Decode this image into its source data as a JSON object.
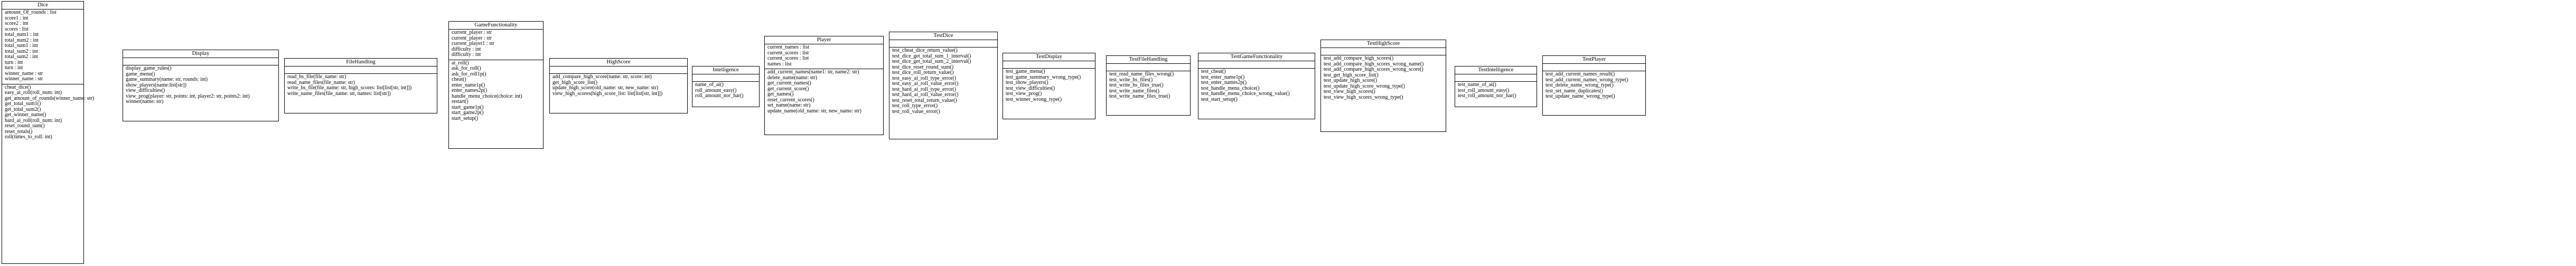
{
  "classes": {
    "dice": {
      "name": "Dice",
      "attributes": [
        "amount_Of_rounds : list",
        "score1 : int",
        "score2 : int",
        "scores : list",
        "total_num1 : int",
        "total_num2 : int",
        "total_sum1 : int",
        "total_sum2 : int",
        "total_sum2 : int",
        "turn : int",
        "turn : int",
        "winner_name : str",
        "winner_name : str"
      ],
      "methods": [
        "cheat_dice()",
        "easy_ai_roll(roll_num: int)",
        "get_amount_of_rounds(winner_name: str)",
        "get_total_sum1()",
        "get_total_sum2()",
        "get_winner_name()",
        "hard_ai_roll(roll_num: int)",
        "reset_round_sum()",
        "reset_totals()",
        "roll(times_to_roll: int)"
      ]
    },
    "display": {
      "name": "Display",
      "attributes": [],
      "methods": [
        "display_game_rules()",
        "game_menu()",
        "game_summary(name: str, rounds: int)",
        "show_players(name:list[str])",
        "view_difficulties()",
        "view_prog(player: str, points: int, player2: str, points2: int)",
        "winner(name: str)"
      ]
    },
    "filehandling": {
      "name": "FileHandling",
      "attributes": [],
      "methods": [
        "read_hs_file(file_name: str)",
        "read_name_files(file_name: str)",
        "write_hs_file(file_name: str, high_scores: list[list[str, int]])",
        "write_name_files(file_name: str, names: list[str])"
      ]
    },
    "gamefunctionality": {
      "name": "GameFunctionality",
      "attributes": [
        "current_player : str",
        "current_player : str",
        "current_player1 : str",
        "difficulty : int",
        "difficulty : int"
      ],
      "methods": [
        "ai_roll()",
        "ask_for_roll()",
        "ask_for_roll1p()",
        "cheat()",
        "enter_name1p()",
        "enter_names2p()",
        "handle_menu_choice(choice: int)",
        "restart()",
        "start_game1p()",
        "start_game2p()",
        "start_setup()"
      ]
    },
    "highscore": {
      "name": "HighScore",
      "attributes": [],
      "methods": [
        "add_compare_high_score(name: str, score: int)",
        "get_high_score_list()",
        "update_high_score(old_name: str, new_name: str)",
        "view_high_scores(high_score_list: list[list[str, int]])"
      ]
    },
    "intelligence": {
      "name": "Intelligence",
      "attributes": [],
      "methods": [
        "name_of_ai()",
        "roll_amount_easy()",
        "roll_amount_nor_har()"
      ]
    },
    "player": {
      "name": "Player",
      "attributes": [
        "current_names : list",
        "current_scores : list",
        "current_scores : list",
        "names : list"
      ],
      "methods": [
        "add_current_names(name1: str, name2: str)",
        "delete_name(name: str)",
        "get_current_names()",
        "get_current_score()",
        "get_names()",
        "reset_current_scores()",
        "set_name(name: str)",
        "update_name(old_name: str, new_name: str)"
      ]
    },
    "testdice": {
      "name": "TestDice",
      "attributes": [],
      "methods": [
        "test_cheat_dice_return_value()",
        "test_dice_get_total_sum_1_interval()",
        "test_dice_get_total_sum_2_interval()",
        "test_dice_reset_round_sum()",
        "test_dice_roll_return_value()",
        "test_easy_ai_roll_type_error()",
        "test_easy_ai_roll_value_error()",
        "test_hard_ai_roll_type_error()",
        "test_hard_ai_roll_value_error()",
        "test_reset_total_return_value()",
        "test_roll_type_error()",
        "test_roll_value_error()"
      ]
    },
    "testdisplay": {
      "name": "TestDisplay",
      "attributes": [],
      "methods": [
        "test_game_menu()",
        "test_game_summary_wrong_type()",
        "test_show_players()",
        "test_view_difficulties()",
        "test_view_prog()",
        "test_winner_wrong_type()"
      ]
    },
    "testfilehandling": {
      "name": "TestFileHandling",
      "attributes": [],
      "methods": [
        "test_read_name_files_wrong()",
        "test_write_hs_files()",
        "test_write_hs_files_true()",
        "test_write_name_files()",
        "test_write_name_files_true()"
      ]
    },
    "testgamefunctionality": {
      "name": "TestGameFunctionality",
      "attributes": [],
      "methods": [
        "test_cheat()",
        "test_enter_name1p()",
        "test_enter_names2p()",
        "test_handle_menu_choice()",
        "test_handle_menu_choice_wrong_value()",
        "test_start_setup()"
      ]
    },
    "testhighscore": {
      "name": "TestHighScore",
      "attributes": [],
      "methods": [
        "test_add_compare_high_scores()",
        "test_add_compare_high_scores_wrong_name()",
        "test_add_compare_high_scores_wrong_score()",
        "test_get_high_score_list()",
        "test_update_high_score()",
        "test_update_high_score_wrong_type()",
        "test_view_high_scores()",
        "test_view_high_scores_wrong_type()"
      ]
    },
    "testintelligence": {
      "name": "TestIntelligence",
      "attributes": [],
      "methods": [
        "test_name_of_ai()",
        "test_roll_amount_easy()",
        "test_roll_amount_nor_har()"
      ]
    },
    "testplayer": {
      "name": "TestPlayer",
      "attributes": [],
      "methods": [
        "test_add_current_names_result()",
        "test_add_current_names_wrong_type()",
        "test_delete_name_wrong_type()",
        "test_set_name_duplicates()",
        "test_update_name_wrong_type()"
      ]
    }
  }
}
